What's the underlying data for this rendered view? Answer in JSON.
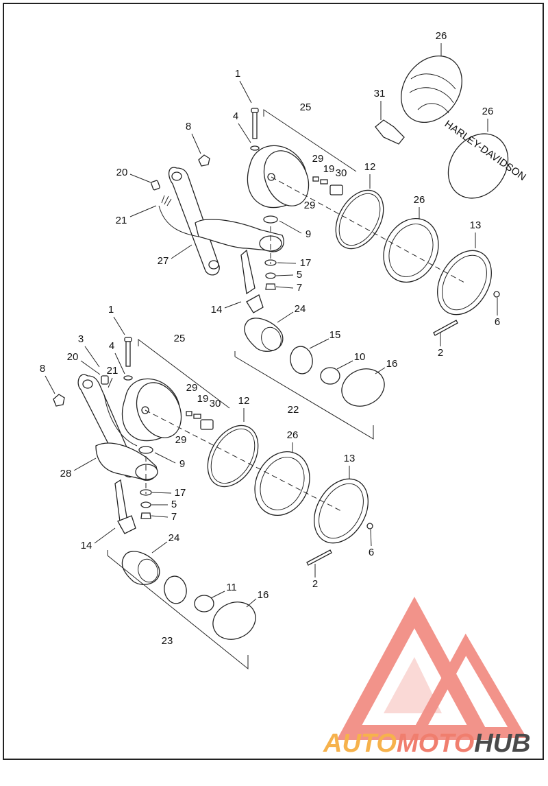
{
  "labels": {
    "top": [
      {
        "id": "1",
        "text": "1"
      },
      {
        "id": "4",
        "text": "4"
      },
      {
        "id": "8",
        "text": "8"
      },
      {
        "id": "25",
        "text": "25"
      },
      {
        "id": "20",
        "text": "20"
      },
      {
        "id": "21",
        "text": "21"
      },
      {
        "id": "29a",
        "text": "29"
      },
      {
        "id": "19",
        "text": "19"
      },
      {
        "id": "30",
        "text": "30"
      },
      {
        "id": "29b",
        "text": "29"
      },
      {
        "id": "12",
        "text": "12"
      },
      {
        "id": "31",
        "text": "31"
      },
      {
        "id": "26a",
        "text": "26"
      },
      {
        "id": "26b",
        "text": "26"
      },
      {
        "id": "26c",
        "text": "26"
      },
      {
        "id": "9",
        "text": "9"
      },
      {
        "id": "27",
        "text": "27"
      },
      {
        "id": "17",
        "text": "17"
      },
      {
        "id": "5",
        "text": "5"
      },
      {
        "id": "7",
        "text": "7"
      },
      {
        "id": "13",
        "text": "13"
      },
      {
        "id": "14",
        "text": "14"
      },
      {
        "id": "24",
        "text": "24"
      },
      {
        "id": "6",
        "text": "6"
      },
      {
        "id": "15",
        "text": "15"
      },
      {
        "id": "2",
        "text": "2"
      },
      {
        "id": "10",
        "text": "10"
      },
      {
        "id": "16",
        "text": "16"
      },
      {
        "id": "22",
        "text": "22"
      }
    ],
    "bottom": [
      {
        "id": "1",
        "text": "1"
      },
      {
        "id": "3",
        "text": "3"
      },
      {
        "id": "4",
        "text": "4"
      },
      {
        "id": "25",
        "text": "25"
      },
      {
        "id": "20",
        "text": "20"
      },
      {
        "id": "21",
        "text": "21"
      },
      {
        "id": "8",
        "text": "8"
      },
      {
        "id": "29a",
        "text": "29"
      },
      {
        "id": "19",
        "text": "19"
      },
      {
        "id": "30",
        "text": "30"
      },
      {
        "id": "29b",
        "text": "29"
      },
      {
        "id": "12",
        "text": "12"
      },
      {
        "id": "26",
        "text": "26"
      },
      {
        "id": "9",
        "text": "9"
      },
      {
        "id": "28",
        "text": "28"
      },
      {
        "id": "13",
        "text": "13"
      },
      {
        "id": "17",
        "text": "17"
      },
      {
        "id": "5",
        "text": "5"
      },
      {
        "id": "7",
        "text": "7"
      },
      {
        "id": "6",
        "text": "6"
      },
      {
        "id": "14",
        "text": "14"
      },
      {
        "id": "24",
        "text": "24"
      },
      {
        "id": "2",
        "text": "2"
      },
      {
        "id": "11",
        "text": "11"
      },
      {
        "id": "16",
        "text": "16"
      },
      {
        "id": "23",
        "text": "23"
      }
    ]
  },
  "lens_brand": "HARLEY-DAVIDSON",
  "watermark": {
    "part1": "AUTO",
    "part2": "MOTO",
    "part3": "HUB",
    "color_auto": "#f6b24c",
    "color_moto": "#f07e6e",
    "color_hub": "#4a4a4a",
    "logo_color": "#f2938a"
  }
}
